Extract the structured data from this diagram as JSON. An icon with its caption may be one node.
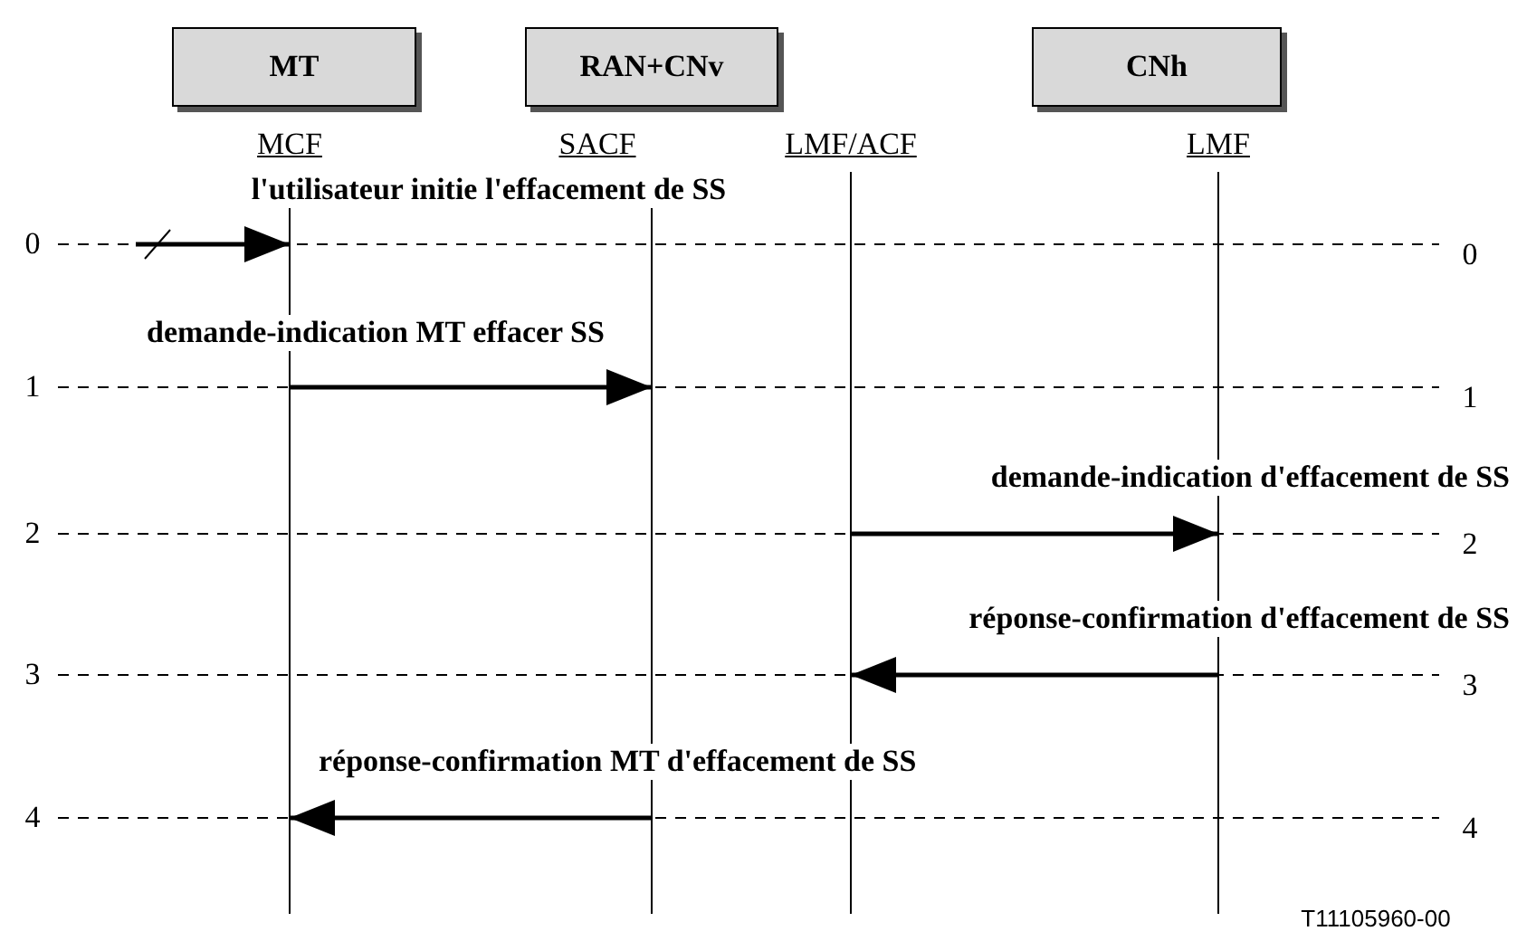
{
  "diagram": {
    "nodes": [
      {
        "text": [
          "MT"
        ]
      },
      {
        "text": [
          "RAN+CNv"
        ]
      },
      {
        "text": [
          "CNh"
        ]
      },
      {
        "text": [
          "MCF"
        ]
      },
      {
        "text": [
          "SACF"
        ]
      },
      {
        "text": [
          "LMF/ACF"
        ]
      },
      {
        "text": [
          "LMF"
        ]
      }
    ],
    "edges": [
      {
        "from": null,
        "to": 3,
        "arrow": "to",
        "label": "l'utilisateur initie l'effacement de SS"
      },
      {
        "from": 3,
        "to": 4,
        "arrow": "to",
        "label": "demande-indication MT effacer SS"
      },
      {
        "from": 5,
        "to": 6,
        "arrow": "to",
        "label": "demande-indication d'effacement de SS"
      },
      {
        "from": 6,
        "to": 5,
        "arrow": "to",
        "label": "réponse-confirmation d'effacement de SS"
      },
      {
        "from": 4,
        "to": 3,
        "arrow": "to",
        "label": "réponse-confirmation MT d'effacement de SS"
      }
    ],
    "labels": [
      "0",
      "0",
      "1",
      "1",
      "2",
      "2",
      "3",
      "3",
      "4",
      "4",
      "T11105960-00"
    ]
  }
}
